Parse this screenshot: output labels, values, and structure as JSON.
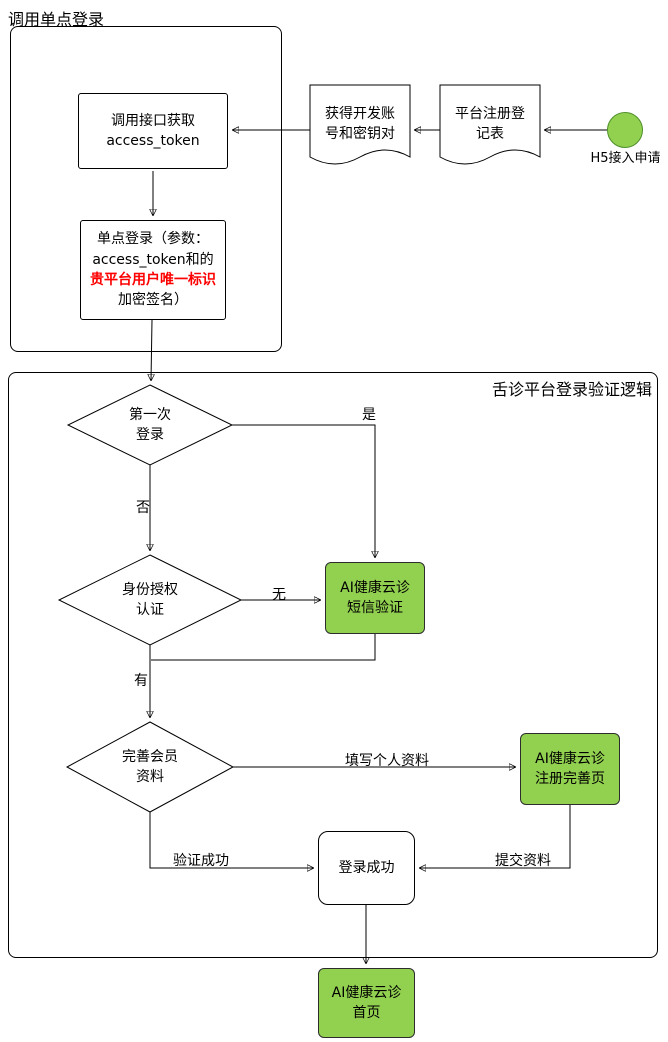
{
  "groups": {
    "sso": {
      "label": "调用单点登录"
    },
    "platform": {
      "label": "舌诊平台登录验证逻辑"
    }
  },
  "nodes": {
    "h5_start": {
      "label": "H5接入申请"
    },
    "register_form": {
      "label": "平台注册登\n记表"
    },
    "dev_account": {
      "label": "获得开发账\n号和密钥对"
    },
    "get_token": {
      "label": "调用接口获取\naccess_token"
    },
    "sso_login": {
      "part1": "单点登录（参数：access_token和的",
      "highlight": "贵平台用户唯一标识",
      "part2": "加密签名）"
    },
    "first_login": {
      "label": "第一次\n登录"
    },
    "auth_check": {
      "label": "身份授权\n认证"
    },
    "sms_verify": {
      "label": "AI健康云诊\n短信验证"
    },
    "complete_profile": {
      "label": "完善会员\n资料"
    },
    "register_page": {
      "label": "AI健康云诊\n注册完善页"
    },
    "login_success": {
      "label": "登录成功"
    },
    "home_page": {
      "label": "AI健康云诊\n首页"
    }
  },
  "edges": {
    "yes": "是",
    "no": "否",
    "none": "无",
    "have": "有",
    "fill_profile": "填写个人资料",
    "verify_success": "验证成功",
    "submit_profile": "提交资料"
  },
  "colors": {
    "node_green": "#92D050",
    "highlight_red": "#FF0000",
    "stroke": "#000000"
  }
}
